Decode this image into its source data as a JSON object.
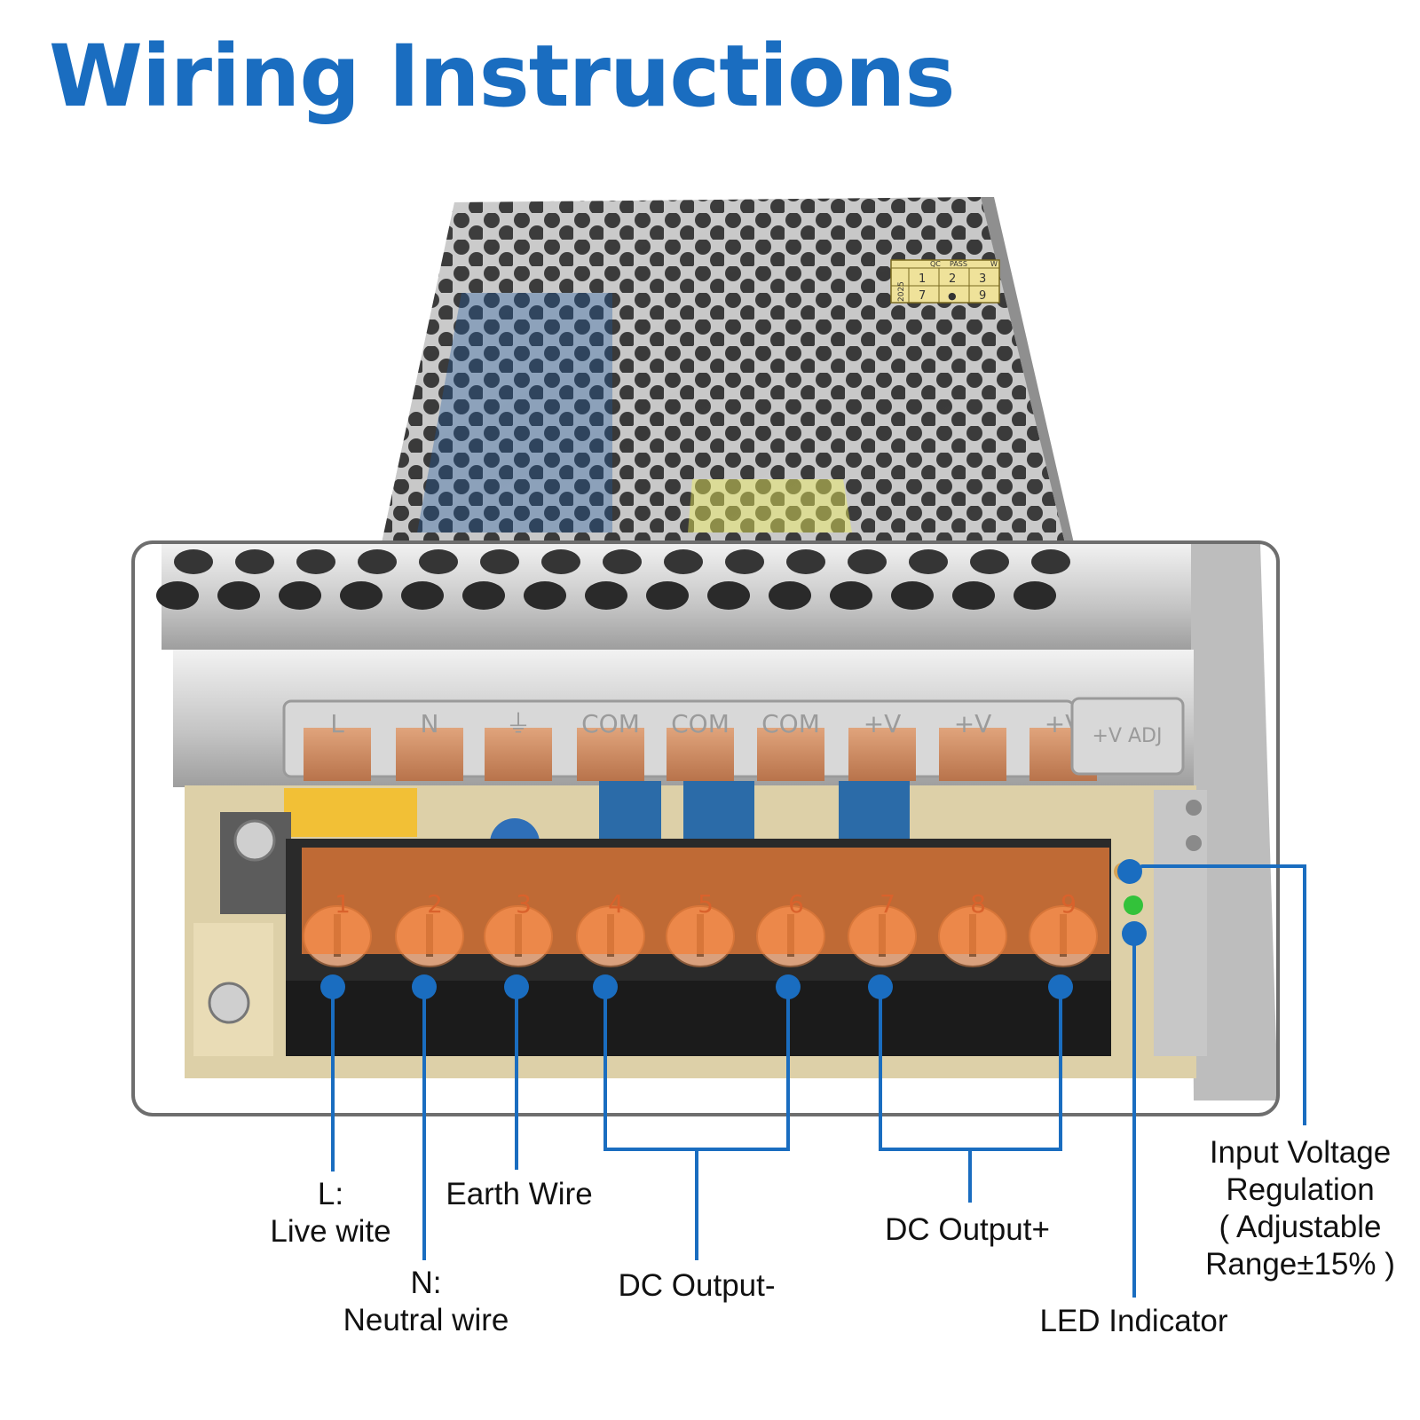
{
  "title": "Wiring Instructions",
  "accent_color": "#1a6dc0",
  "terminal_numbers": [
    "1",
    "2",
    "3",
    "4",
    "5",
    "6",
    "7",
    "8",
    "9"
  ],
  "terminal_marks": [
    "L",
    "N",
    "⏚",
    "COM",
    "COM",
    "COM",
    "+V",
    "+V",
    "+V"
  ],
  "adjust_mark": "+V ADJ",
  "sticker": {
    "row1": [
      "QC",
      "PASS",
      "W"
    ],
    "cells": [
      "2025",
      "1",
      "2",
      "3",
      "7",
      "●",
      "9"
    ]
  },
  "callouts": {
    "live": {
      "line1": "L:",
      "line2": "Live wite"
    },
    "neutral": {
      "line1": "N:",
      "line2": "Neutral wire"
    },
    "earth": {
      "line1": "Earth Wire"
    },
    "dc_minus": {
      "line1": "DC Output-"
    },
    "dc_plus": {
      "line1": "DC Output+"
    },
    "voltage_adj": {
      "line1": "Input Voltage",
      "line2": "Regulation",
      "line3": "( Adjustable",
      "line4": "Range±15% )"
    },
    "led": {
      "line1": "LED Indicator"
    }
  }
}
